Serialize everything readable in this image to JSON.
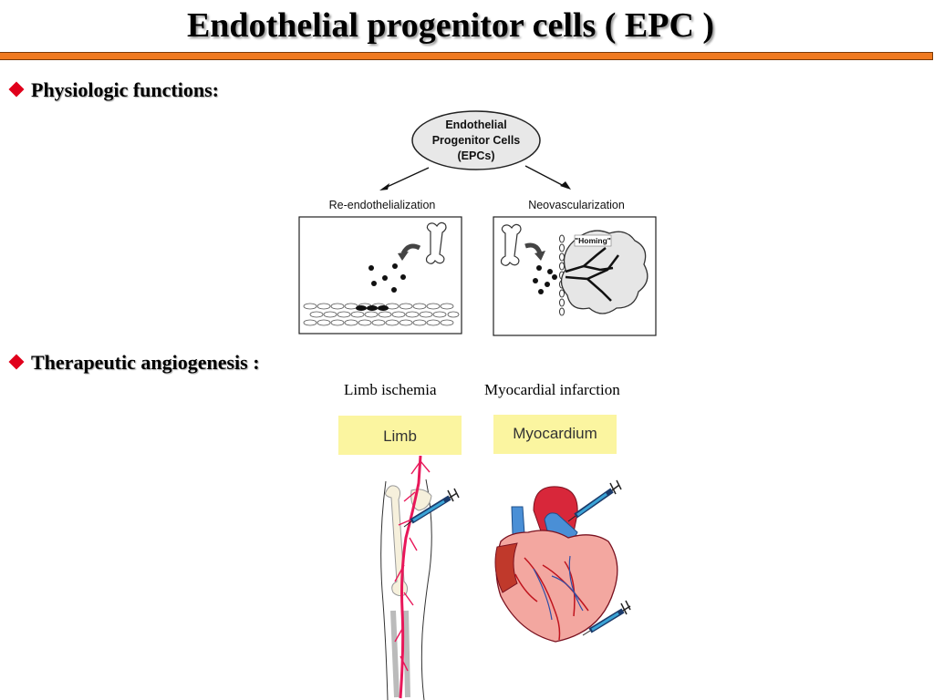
{
  "slide": {
    "title": "Endothelial progenitor cells ( EPC )",
    "accent_color": "#f07a20",
    "bullet_color": "#e0001b"
  },
  "sections": [
    {
      "label": "Physiologic functions:"
    },
    {
      "label": "Therapeutic angiogenesis :"
    }
  ],
  "diagram": {
    "center_node": [
      "Endothelial",
      "Progenitor Cells",
      "(EPCs)"
    ],
    "left_branch": "Re-endothelialization",
    "right_branch": "Neovascularization",
    "homing_label": "\"Homing\""
  },
  "therapy": {
    "limb_caption": "Limb ischemia",
    "myocardial_caption": "Myocardial infarction",
    "limb_box": "Limb",
    "myocardium_box": "Myocardium"
  }
}
